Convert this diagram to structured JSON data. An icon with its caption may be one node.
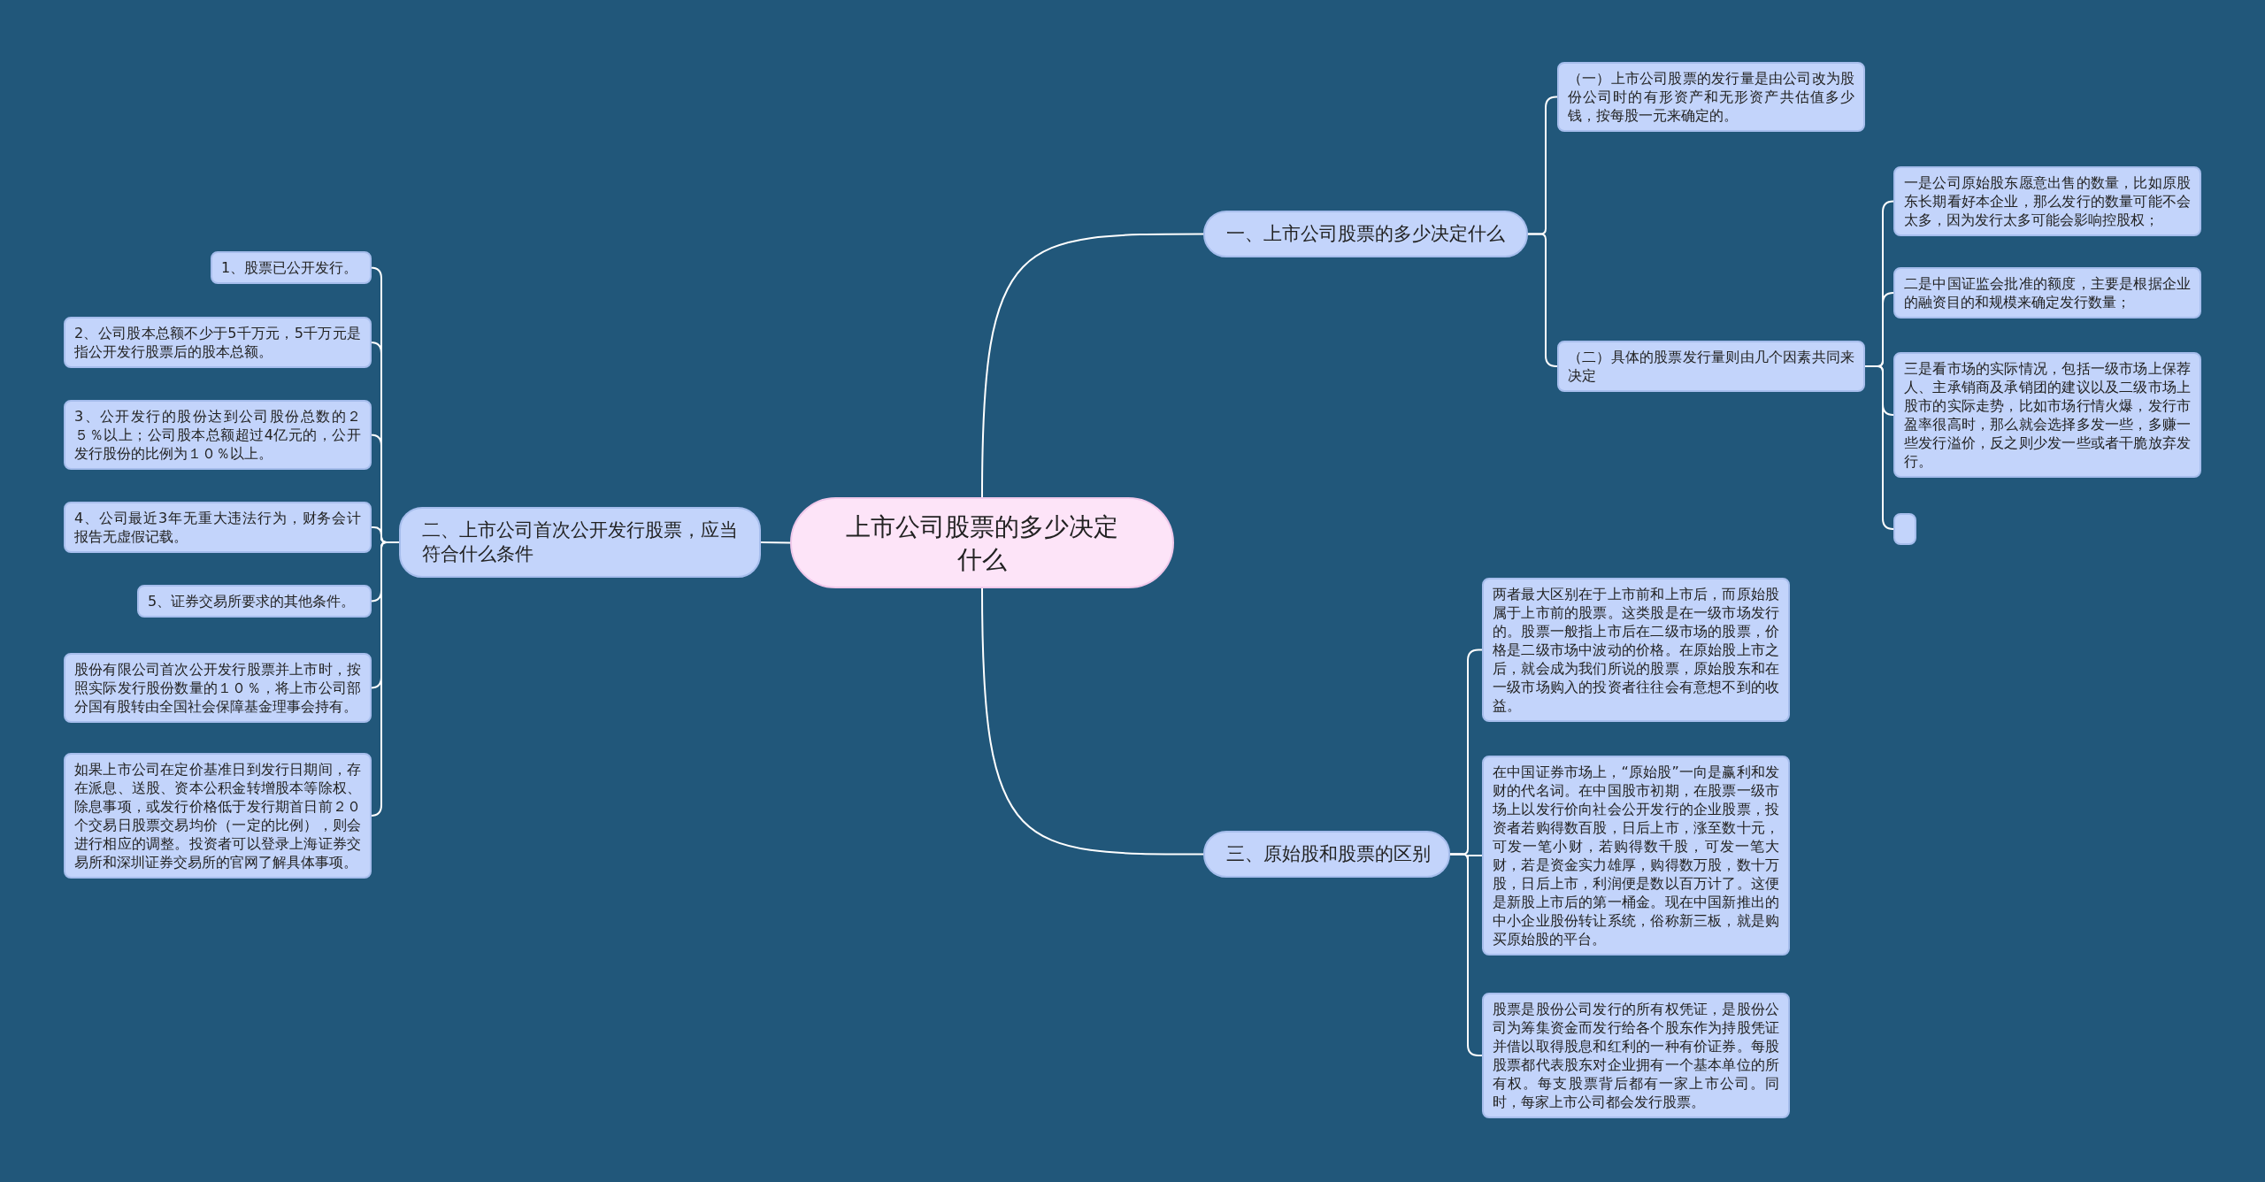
{
  "diagram": {
    "nodes": [
      {
        "text": [
          "上市公司股票的多少决定什么"
        ]
      },
      {
        "text": [
          "一、上市公司股票的多少决定什么"
        ]
      },
      {
        "text": [
          "（一）上市公司股票的发行量是由公司改为股份公司时的有形资产和无形资产共估值多少钱，按每股一元来确定的。"
        ]
      },
      {
        "text": [
          "（二）具体的股票发行量则由几个因素共同来决定"
        ]
      },
      {
        "text": [
          "一是公司原始股东愿意出售的数量，比如原股东长期看好本企业，那么发行的数量可能不会太多，因为发行太多可能会影响控股权；"
        ]
      },
      {
        "text": [
          "二是中国证监会批准的额度，主要是根据企业的融资目的和规模来确定发行数量；"
        ]
      },
      {
        "text": [
          "三是看市场的实际情况，包括一级市场上保荐人、主承销商及承销团的建议以及二级市场上股市的实际走势，比如市场行情火爆，发行市盈率很高时，那么就会选择多发一些，多赚一些发行溢价，反之则少发一些或者干脆放弃发行。"
        ]
      },
      {
        "text": [],
        "shape": "box"
      },
      {
        "text": [
          "三、原始股和股票的区别"
        ]
      },
      {
        "text": [
          "两者最大区别在于上市前和上市后，而原始股属于上市前的股票。这类股是在一级市场发行的。股票一般指上市后在二级市场的股票，价格是二级市场中波动的价格。在原始股上市之后，就会成为我们所说的股票，原始股东和在一级市场购入的投资者往往会有意想不到的收益。"
        ]
      },
      {
        "text": [
          "在中国证券市场上，“原始股”一向是赢利和发财的代名词。在中国股市初期，在股票一级市场上以发行价向社会公开发行的企业股票，投资者若购得数百股，日后上市，涨至数十元，可发一笔小财，若购得数千股，可发一笔大财，若是资金实力雄厚，购得数万股，数十万股，日后上市，利润便是数以百万计了。这便是新股上市后的第一桶金。现在中国新推出的中小企业股份转让系统，俗称新三板，就是购买原始股的平台。"
        ]
      },
      {
        "text": [
          "股票是股份公司发行的所有权凭证，是股份公司为筹集资金而发行给各个股东作为持股凭证并借以取得股息和红利的一种有价证券。每股股票都代表股东对企业拥有一个基本单位的所有权。每支股票背后都有一家上市公司。同时，每家上市公司都会发行股票。"
        ]
      },
      {
        "text": [
          "二、上市公司首次公开发行股票，应当符合什么条件"
        ]
      },
      {
        "text": [
          "1、股票已公开发行。"
        ]
      },
      {
        "text": [
          "2、公司股本总额不少于5千万元，5千万元是指公开发行股票后的股本总额。"
        ]
      },
      {
        "text": [
          "3、公开发行的股份达到公司股份总数的２５％以上；公司股本总额超过4亿元的，公开发行股份的比例为１０％以上。"
        ]
      },
      {
        "text": [
          "4、公司最近3年无重大违法行为，财务会计报告无虚假记载。"
        ]
      },
      {
        "text": [
          "5、证券交易所要求的其他条件。"
        ]
      },
      {
        "text": [
          "股份有限公司首次公开发行股票并上市时，按照实际发行股份数量的１０％，将上市公司部分国有股转由全国社会保障基金理事会持有。"
        ]
      },
      {
        "text": [
          "如果上市公司在定价基准日到发行日期间，存在派息、送股、资本公积金转增股本等除权、除息事项，或发行价格低于发行期首日前２０个交易日股票交易均价（一定的比例），则会进行相应的调整。投资者可以登录上海证券交易所和深圳证券交易所的官网了解具体事项。"
        ]
      }
    ],
    "edges": [
      {
        "from": 0,
        "to": 1,
        "arrow": "none"
      },
      {
        "from": 1,
        "to": 2,
        "arrow": "none"
      },
      {
        "from": 1,
        "to": 3,
        "arrow": "none"
      },
      {
        "from": 3,
        "to": 4,
        "arrow": "none"
      },
      {
        "from": 3,
        "to": 5,
        "arrow": "none"
      },
      {
        "from": 3,
        "to": 6,
        "arrow": "none"
      },
      {
        "from": 3,
        "to": 7,
        "arrow": "none"
      },
      {
        "from": 0,
        "to": 8,
        "arrow": "none"
      },
      {
        "from": 8,
        "to": 9,
        "arrow": "none"
      },
      {
        "from": 8,
        "to": 10,
        "arrow": "none"
      },
      {
        "from": 8,
        "to": 11,
        "arrow": "none"
      },
      {
        "from": 0,
        "to": 12,
        "arrow": "none"
      },
      {
        "from": 12,
        "to": 13,
        "arrow": "none"
      },
      {
        "from": 12,
        "to": 14,
        "arrow": "none"
      },
      {
        "from": 12,
        "to": 15,
        "arrow": "none"
      },
      {
        "from": 12,
        "to": 16,
        "arrow": "none"
      },
      {
        "from": 12,
        "to": 17,
        "arrow": "none"
      },
      {
        "from": 12,
        "to": 18,
        "arrow": "none"
      },
      {
        "from": 12,
        "to": 19,
        "arrow": "none"
      }
    ]
  }
}
